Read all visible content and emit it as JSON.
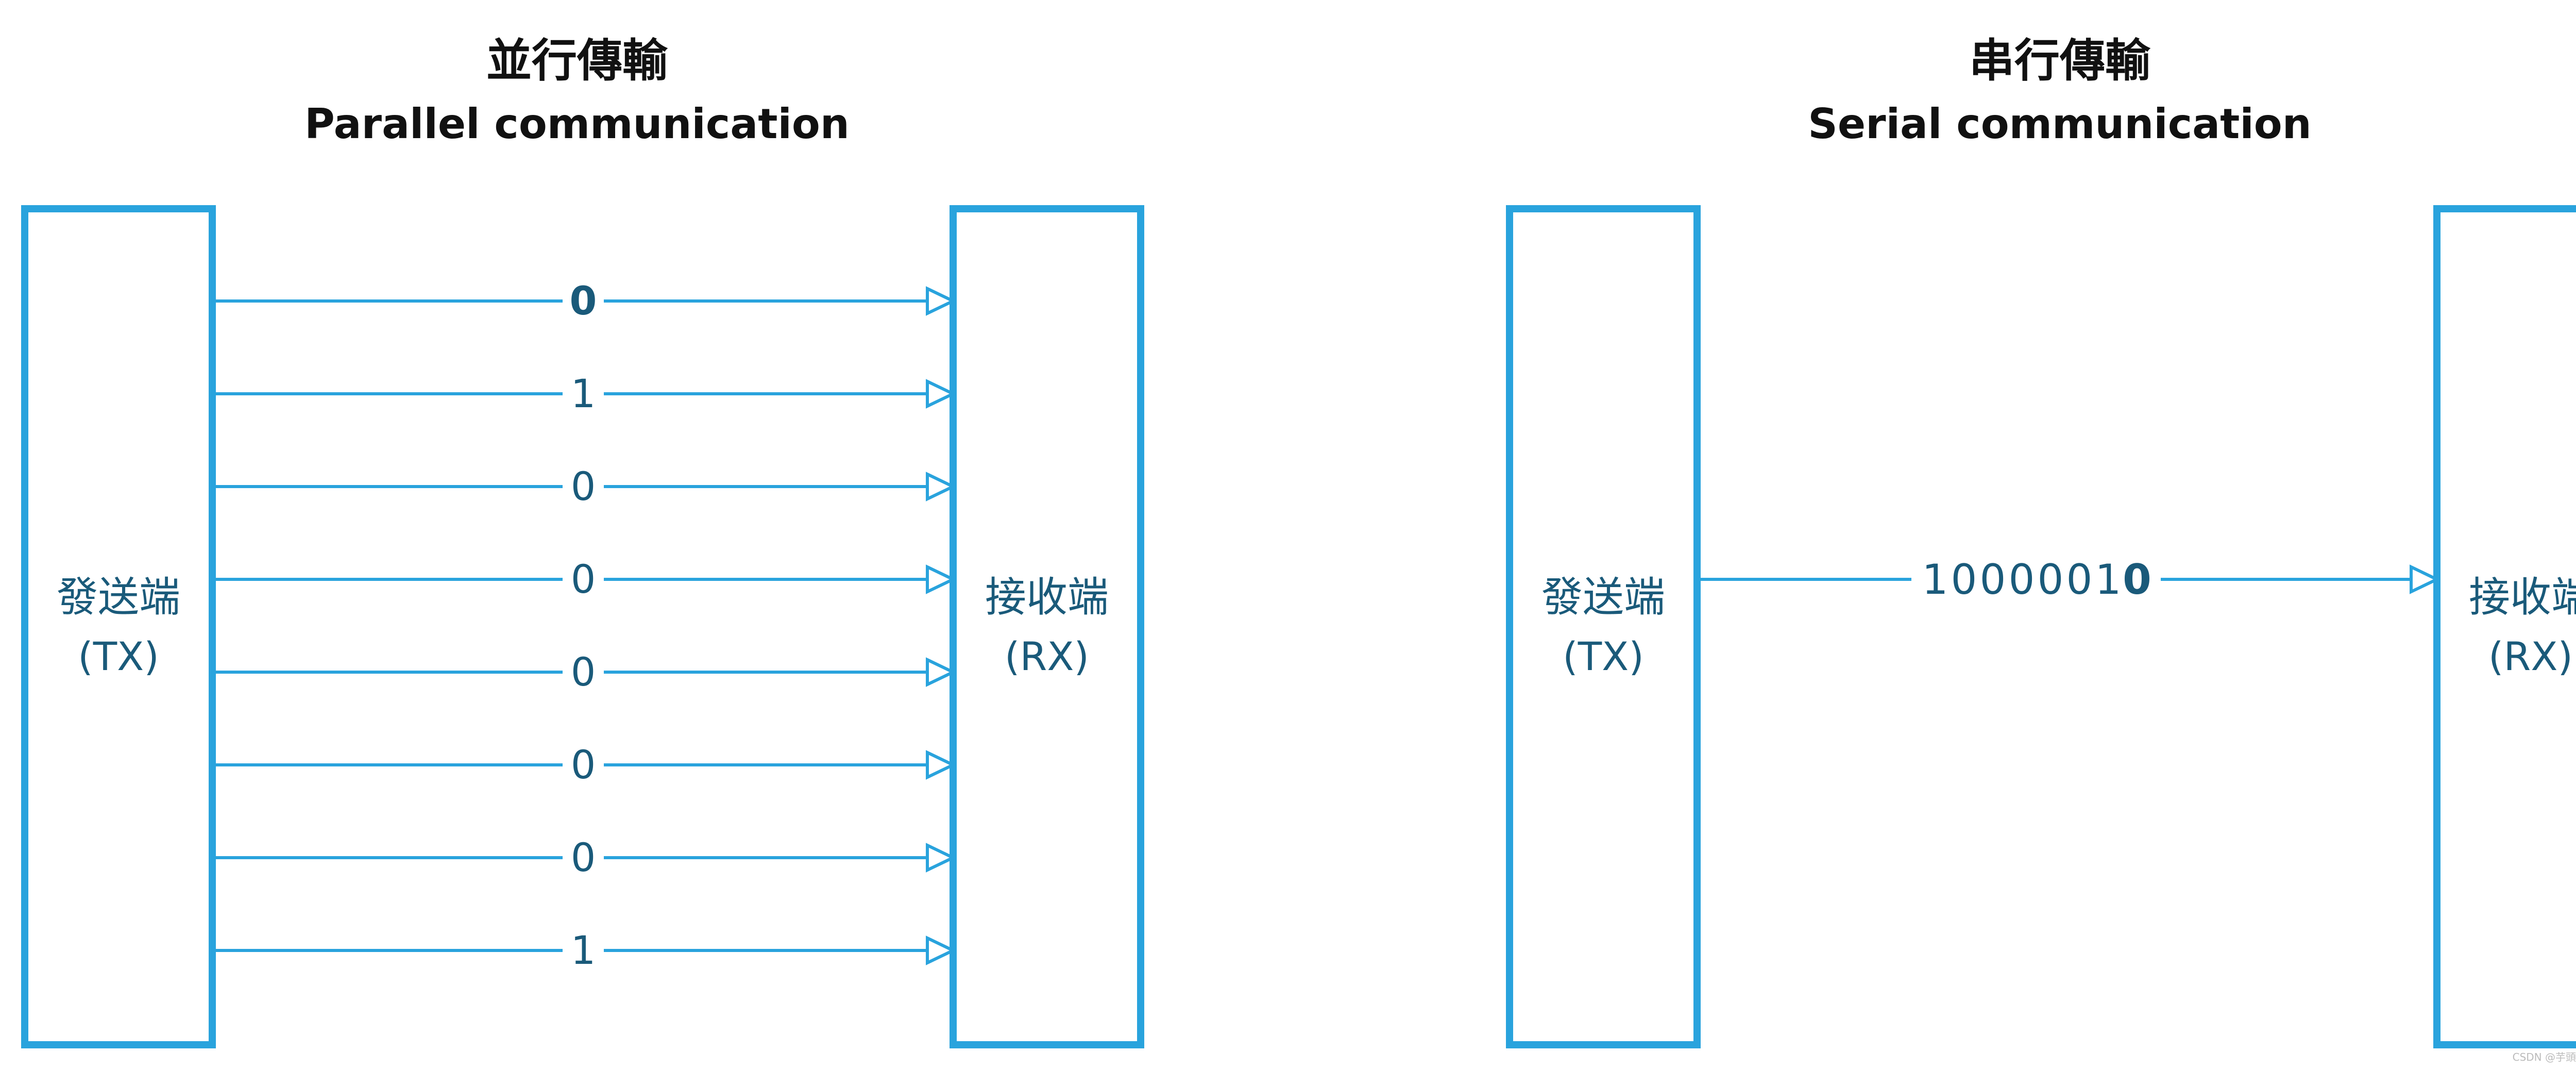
{
  "colors": {
    "line": "#29a3dd",
    "label": "#1a5a7a",
    "title": "#111111",
    "background": "#ffffff"
  },
  "parallel": {
    "title_cn": "並行傳輸",
    "title_en": "Parallel communication",
    "tx": {
      "label": "發送端",
      "sub": "(TX)"
    },
    "rx": {
      "label": "接收端",
      "sub": "(RX)"
    },
    "bits": [
      "0",
      "1",
      "0",
      "0",
      "0",
      "0",
      "0",
      "1"
    ],
    "emphasized_bit_index": 0
  },
  "serial": {
    "title_cn": "串行傳輸",
    "title_en": "Serial communication",
    "tx": {
      "label": "發送端",
      "sub": "(TX)"
    },
    "rx": {
      "label": "接收端",
      "sub": "(RX)"
    },
    "bits": [
      "1",
      "0",
      "0",
      "0",
      "0",
      "0",
      "1",
      "0"
    ],
    "emphasized_bit_index": 7
  },
  "watermark": "CSDN @芋頭配上鮮奶油"
}
